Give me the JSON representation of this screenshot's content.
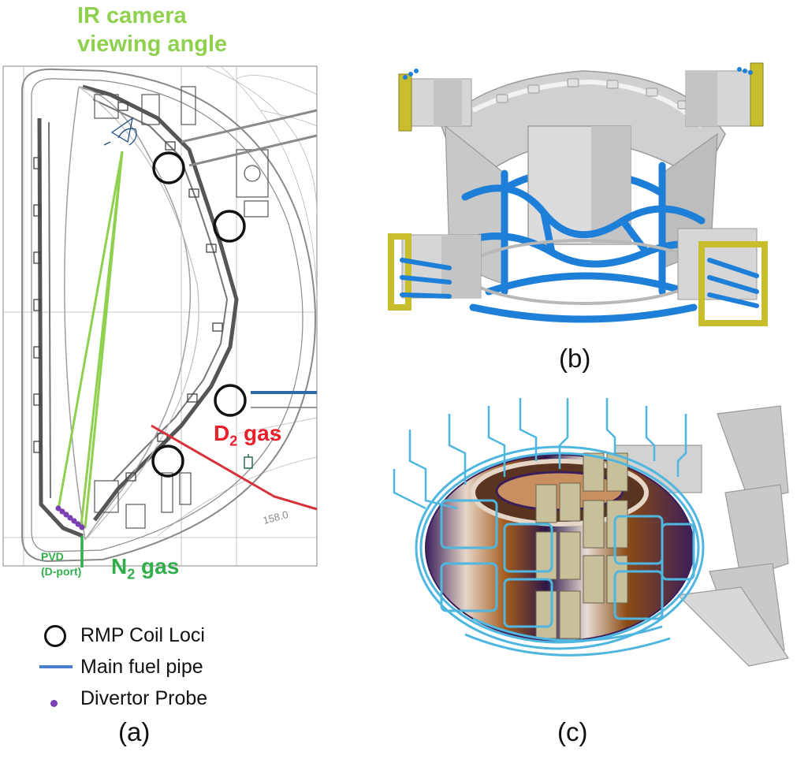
{
  "panel_a": {
    "ir_camera_label": "IR camera\nviewing angle",
    "d2_main": "D",
    "d2_sub": "2",
    "d2_tail": " gas",
    "pvd_label": "PVD\n(D-port)",
    "n2_main": "N",
    "n2_sub": "2",
    "n2_tail": " gas",
    "background_label": "158.0",
    "caption": "(a)"
  },
  "legend": {
    "items": [
      {
        "label": "RMP Coil Loci",
        "marker": "circle-outline"
      },
      {
        "label": "Main fuel pipe",
        "marker": "blue-line"
      },
      {
        "label": "Divertor Probe",
        "marker": "purple-dot"
      }
    ]
  },
  "panel_b": {
    "caption": "(b)"
  },
  "panel_c": {
    "caption": "(c)"
  },
  "colors": {
    "ir_green": "#8fd14f",
    "d2_red": "#e8202a",
    "n2_green": "#2fae4a",
    "fuel_blue": "#2f6aa8",
    "coil_blue": "#1e7fd8",
    "probe_purple": "#7a3fb0",
    "vessel_gray": "#d4d4d4",
    "port_yellow": "#c8bd2c",
    "coil_cyan": "#4fb6e0"
  }
}
